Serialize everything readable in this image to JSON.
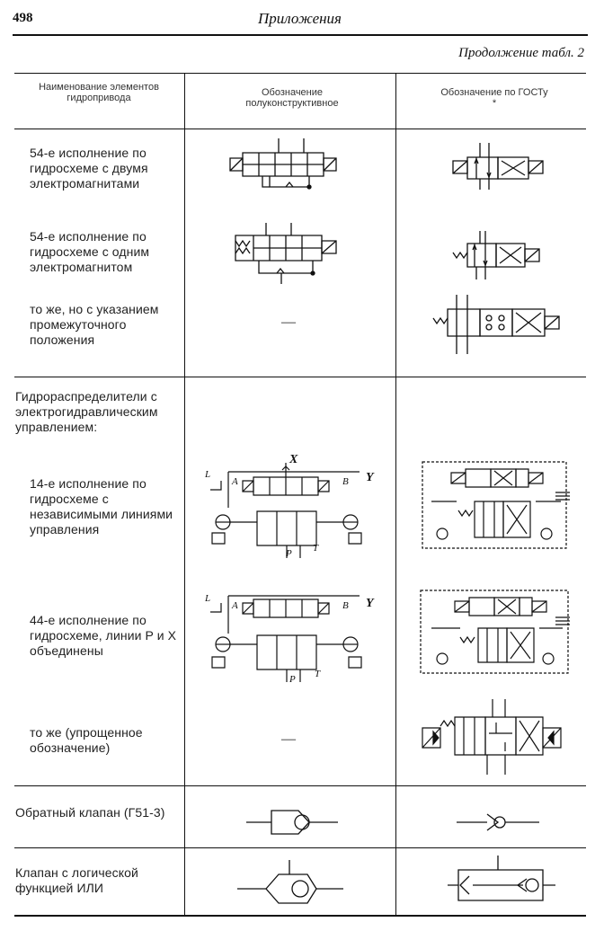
{
  "page": {
    "number": "498",
    "section_title": "Приложения",
    "continuation": "Продолжение табл. 2"
  },
  "table": {
    "headers": {
      "name": "Наименование элементов гидропривода",
      "semi": "Обозначение полуконструктивное",
      "gost": "Обозначение по ГОСТу *"
    },
    "rows": [
      {
        "name": "54-е исполнение по гидросхеме с двумя электромагнитами",
        "semi_symbol": "valve-two-solenoid-semi",
        "gost_symbol": "valve-two-solenoid-gost"
      },
      {
        "name": "54-е исполнение по гидросхеме с одним электромагнитом",
        "semi_symbol": "valve-one-solenoid-semi",
        "gost_symbol": "valve-one-solenoid-gost"
      },
      {
        "name": "то же, но с указанием промежуточного положения",
        "semi": "—",
        "gost_symbol": "valve-three-position-gost"
      },
      {
        "name": "Гидрораспределители с электрогидравлическим управлением:",
        "semi": "",
        "gost": ""
      },
      {
        "name": "14-е исполнение по гидросхеме с независимыми линиями управления",
        "semi_symbol": "electrohydraulic-independent-semi",
        "gost_symbol": "electrohydraulic-independent-gost",
        "labels": {
          "x": "X",
          "y": "Y",
          "l": "L",
          "a": "A",
          "b": "B",
          "p": "P",
          "t": "T"
        }
      },
      {
        "name": "44-е исполнение по гидросхеме, линии P и X объединены",
        "semi_symbol": "electrohydraulic-combined-semi",
        "gost_symbol": "electrohydraulic-combined-gost",
        "labels": {
          "y": "Y",
          "l": "L",
          "a": "A",
          "b": "B",
          "p": "P",
          "t": "T"
        }
      },
      {
        "name": "то же (упрощенное обозначение)",
        "semi": "—",
        "gost_symbol": "electrohydraulic-simplified-gost"
      },
      {
        "name": "Обратный клапан (Г51-3)",
        "semi_symbol": "check-valve-semi",
        "gost_symbol": "check-valve-gost"
      },
      {
        "name": "Клапан с логической функцией ИЛИ",
        "semi_symbol": "or-valve-semi",
        "gost_symbol": "or-valve-gost"
      }
    ]
  }
}
